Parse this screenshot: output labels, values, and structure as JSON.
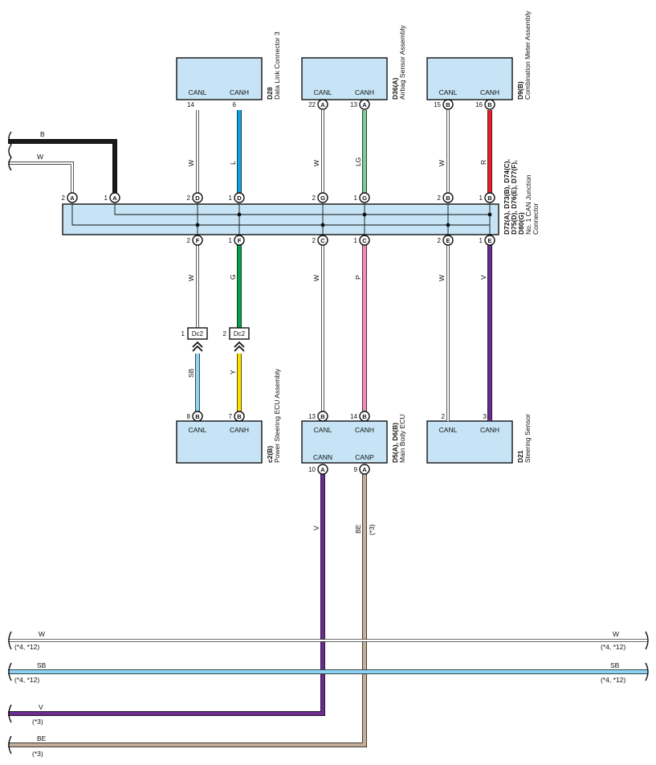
{
  "colors": {
    "box_fill": "#c6e4f5",
    "W": "#ffffff",
    "B": "#1a1a1a",
    "L": "#0aa3e6",
    "LG": "#7ccb93",
    "R": "#e8202a",
    "G": "#07a04e",
    "P": "#f08cb8",
    "V": "#6a2c8e",
    "SB": "#8fd3f2",
    "Y": "#ffe000",
    "BE": "#c4ae98"
  },
  "components": {
    "d28": {
      "code": "D28",
      "name": "Data Link Connector 3",
      "left": "CANL",
      "right": "CANH"
    },
    "d36": {
      "code": "D36(A)",
      "name": "Airbag Sensor Assembly",
      "left": "CANL",
      "right": "CANH"
    },
    "d9": {
      "code": "D9(B)",
      "name": "Combination Meter Assembly",
      "left": "CANL",
      "right": "CANH"
    },
    "junction": {
      "codes": [
        "D72(A), D73(B), D74(C),",
        "D75(D), D76(E), D77(F),",
        "D80(G)"
      ],
      "name": [
        "No. 1 CAN Junction",
        "Connector"
      ]
    },
    "c2": {
      "code": "c2(B)",
      "name": "Power Steering ECU Assembly",
      "left": "CANL",
      "right": "CANH"
    },
    "d5": {
      "code": "D5(A), D6(B)",
      "name": "Main Body ECU",
      "left": "CANL",
      "right": "CANH",
      "left2": "CANN",
      "right2": "CANP"
    },
    "d21": {
      "code": "D21",
      "name": "Steering Sensor",
      "left": "CANL",
      "right": "CANH"
    }
  },
  "pins": {
    "d28_l": {
      "num": "14"
    },
    "d28_h": {
      "num": "6"
    },
    "d36_l": {
      "num": "22",
      "letter": "A"
    },
    "d36_h": {
      "num": "13",
      "letter": "A"
    },
    "d9_l": {
      "num": "15",
      "letter": "B"
    },
    "d9_h": {
      "num": "16",
      "letter": "B"
    },
    "j_top_a2": {
      "num": "2",
      "letter": "A"
    },
    "j_top_a1": {
      "num": "1",
      "letter": "A"
    },
    "j_top_d2": {
      "num": "2",
      "letter": "D"
    },
    "j_top_d1": {
      "num": "1",
      "letter": "D"
    },
    "j_top_g2": {
      "num": "2",
      "letter": "G"
    },
    "j_top_g1": {
      "num": "1",
      "letter": "G"
    },
    "j_top_b2": {
      "num": "2",
      "letter": "B"
    },
    "j_top_b1": {
      "num": "1",
      "letter": "B"
    },
    "j_bot_f2": {
      "num": "2",
      "letter": "F"
    },
    "j_bot_f1": {
      "num": "1",
      "letter": "F"
    },
    "j_bot_c2": {
      "num": "2",
      "letter": "C"
    },
    "j_bot_c1": {
      "num": "1",
      "letter": "C"
    },
    "j_bot_e2": {
      "num": "2",
      "letter": "E"
    },
    "j_bot_e1": {
      "num": "1",
      "letter": "E"
    },
    "dc2_1": {
      "num": "1",
      "label": "Dc2"
    },
    "dc2_2": {
      "num": "2",
      "label": "Dc2"
    },
    "c2_l": {
      "num": "8",
      "letter": "B"
    },
    "c2_h": {
      "num": "7",
      "letter": "B"
    },
    "d5_l": {
      "num": "13",
      "letter": "B"
    },
    "d5_h": {
      "num": "14",
      "letter": "B"
    },
    "d5_n": {
      "num": "10",
      "letter": "A"
    },
    "d5_p": {
      "num": "9",
      "letter": "A"
    },
    "d21_l": {
      "num": "2"
    },
    "d21_h": {
      "num": "3"
    }
  },
  "wire_labels": {
    "left_b": "B",
    "left_w": "W",
    "d28_w": "W",
    "d28_l": "L",
    "d36_w": "W",
    "d36_lg": "LG",
    "d9_w": "W",
    "d9_r": "R",
    "f_w": "W",
    "f_g": "G",
    "c_w": "W",
    "c_p": "P",
    "e_w": "W",
    "e_v": "V",
    "c2_sb": "SB",
    "c2_y": "Y",
    "d5_v": "V",
    "d5_be": "BE",
    "d5_note": "(*3)"
  },
  "bus": {
    "w": {
      "label": "W",
      "note": "(*4, *12)"
    },
    "sb": {
      "label": "SB",
      "note": "(*4, *12)"
    },
    "v": {
      "label": "V",
      "note": "(*3)"
    },
    "be": {
      "label": "BE",
      "note": "(*3)"
    }
  }
}
